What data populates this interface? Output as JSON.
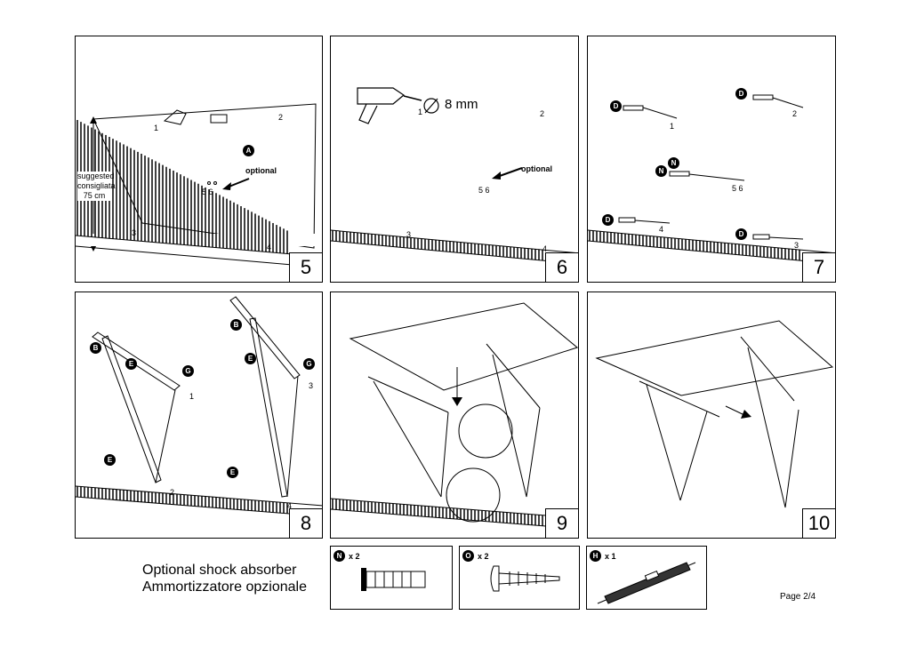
{
  "steps": {
    "s5": {
      "number": "5",
      "side_text": [
        "suggested",
        "consigliata",
        "75 cm"
      ],
      "optional": "optional",
      "holes": {
        "h1": "1",
        "h2": "2",
        "h3": "3",
        "h4": "4",
        "h56": "5 6"
      },
      "part_tag": "A"
    },
    "s6": {
      "number": "6",
      "drill_size": "8 mm",
      "optional": "optional",
      "holes": {
        "h1": "1",
        "h2": "2",
        "h3": "3",
        "h4": "4",
        "h56": "5 6"
      }
    },
    "s7": {
      "number": "7",
      "holes": {
        "h1": "1",
        "h2": "2",
        "h3": "3",
        "h4": "4",
        "h56": "5 6"
      },
      "tags": {
        "d": "D",
        "n": "N"
      }
    },
    "s8": {
      "number": "8",
      "holes": {
        "h1": "1",
        "h2": "2",
        "h3": "3",
        "h4": "4"
      },
      "tags": {
        "b": "B",
        "e": "E",
        "g": "G"
      }
    },
    "s9": {
      "number": "9"
    },
    "s10": {
      "number": "10"
    }
  },
  "optional_title": [
    "Optional shock absorber",
    "Ammortizzatore opzionale"
  ],
  "parts": [
    {
      "tag": "N",
      "qty": "x 2",
      "icon": "wall-plug-icon"
    },
    {
      "tag": "O",
      "qty": "x 2",
      "icon": "screw-icon"
    },
    {
      "tag": "H",
      "qty": "x 1",
      "icon": "shock-absorber-icon"
    }
  ],
  "page_label": "Page 2/4"
}
